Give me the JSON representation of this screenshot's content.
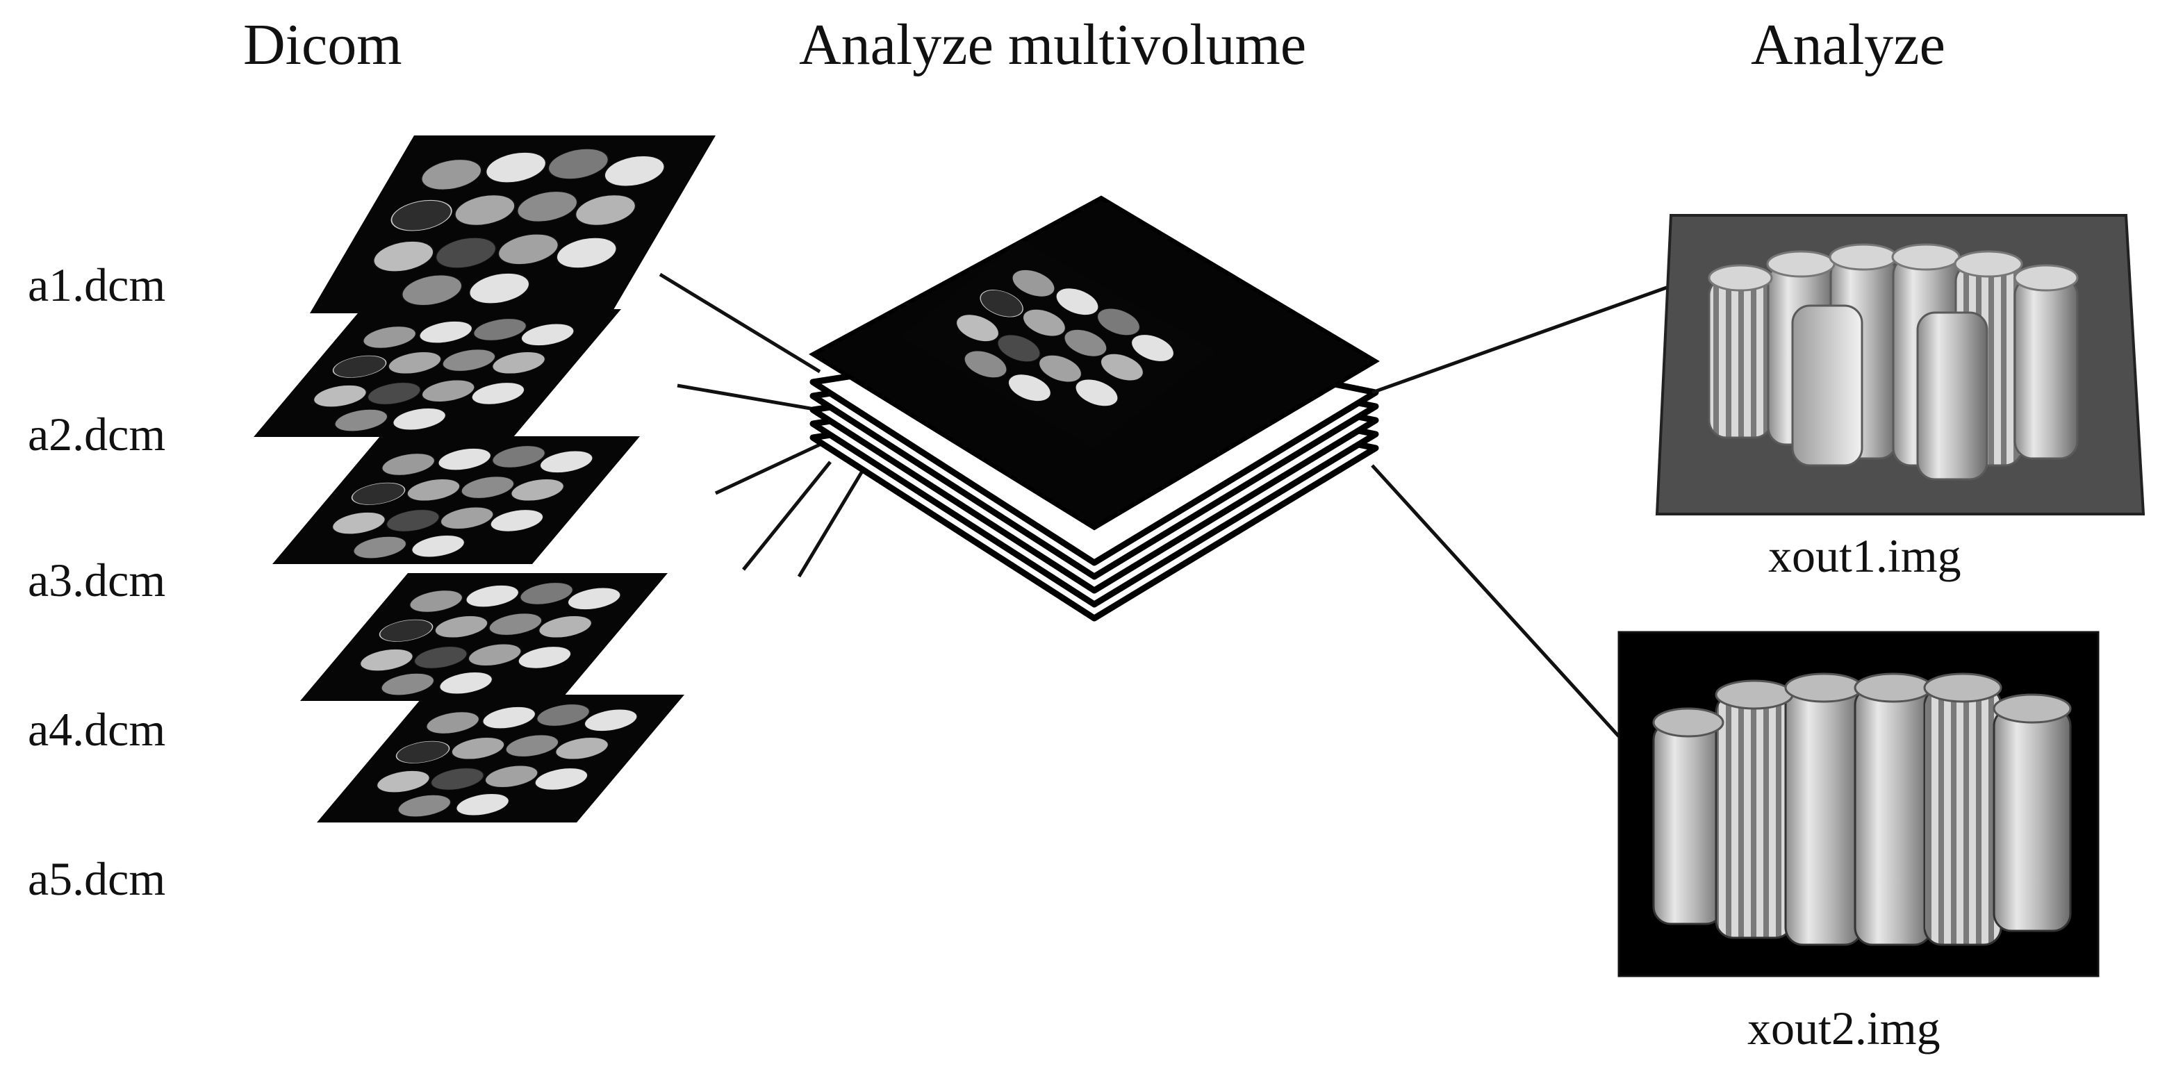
{
  "headings": {
    "dicom": "Dicom",
    "multivolume": "Analyze multivolume",
    "analyze": "Analyze"
  },
  "dicom_files": [
    "a1.dcm",
    "a2.dcm",
    "a3.dcm",
    "a4.dcm",
    "a5.dcm"
  ],
  "output_files": [
    "xout1.img",
    "xout2.img"
  ]
}
